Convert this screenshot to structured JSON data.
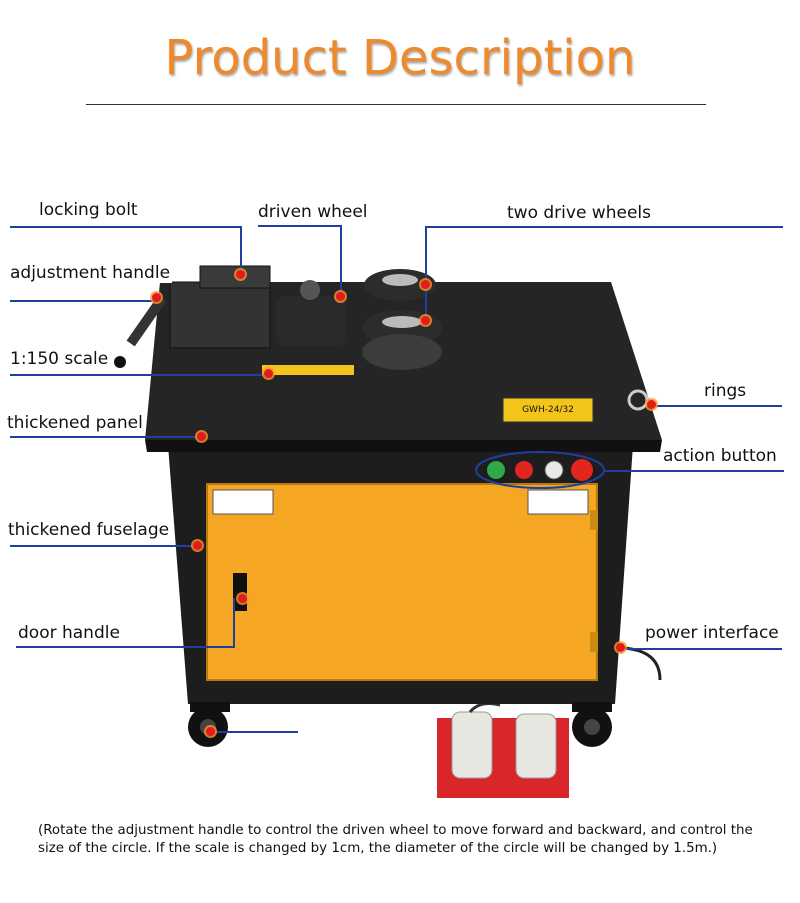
{
  "title": "Product Description",
  "labels": {
    "locking_bolt": "locking bolt",
    "driven_wheel": "driven wheel",
    "two_drive_wheels": "two drive wheels",
    "adjustment_handle": "adjustment handle",
    "scale": "1:150 scale",
    "rings": "rings",
    "thickened_panel": "thickened panel",
    "action_button": "action button",
    "thickened_fuselage": "thickened fuselage",
    "door_handle": "door handle",
    "power_interface": "power interface"
  },
  "machine": {
    "model_plate": "GWH-24/32"
  },
  "note": "(Rotate the adjustment handle to control the driven wheel to move forward and backward, and control the size of the circle. If the scale is changed by 1cm, the diameter of the circle will be changed by 1.5m.)",
  "colors": {
    "title": "#ee8a2c",
    "callout_line": "#1e3f9e",
    "callout_dot": "#e01c1c",
    "door": "#f5a623",
    "body": "#1d1d1d"
  }
}
